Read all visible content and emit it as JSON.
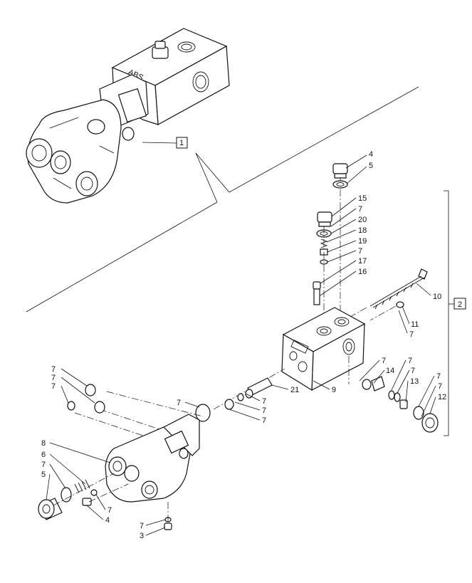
{
  "callouts": {
    "top_assembly": "1",
    "group": "2"
  },
  "labels": [
    {
      "key": "c4a",
      "text": "4"
    },
    {
      "key": "c5a",
      "text": "5"
    },
    {
      "key": "c15",
      "text": "15"
    },
    {
      "key": "c7a",
      "text": "7"
    },
    {
      "key": "c20",
      "text": "20"
    },
    {
      "key": "c18",
      "text": "18"
    },
    {
      "key": "c19",
      "text": "19"
    },
    {
      "key": "c7b",
      "text": "7"
    },
    {
      "key": "c17",
      "text": "17"
    },
    {
      "key": "c16",
      "text": "16"
    },
    {
      "key": "c10",
      "text": "10"
    },
    {
      "key": "c11",
      "text": "11"
    },
    {
      "key": "c7c",
      "text": "7"
    },
    {
      "key": "c7d",
      "text": "7"
    },
    {
      "key": "c14",
      "text": "14"
    },
    {
      "key": "c7e",
      "text": "7"
    },
    {
      "key": "c7f",
      "text": "7"
    },
    {
      "key": "c13",
      "text": "13"
    },
    {
      "key": "c7g",
      "text": "7"
    },
    {
      "key": "c7h",
      "text": "7"
    },
    {
      "key": "c12",
      "text": "12"
    },
    {
      "key": "c21",
      "text": "21"
    },
    {
      "key": "c9",
      "text": "9"
    },
    {
      "key": "c7i",
      "text": "7"
    },
    {
      "key": "c7j",
      "text": "7"
    },
    {
      "key": "c7k",
      "text": "7"
    },
    {
      "key": "c7l",
      "text": "7"
    },
    {
      "key": "c7m",
      "text": "7"
    },
    {
      "key": "c7n",
      "text": "7"
    },
    {
      "key": "c7o",
      "text": "7"
    },
    {
      "key": "c8",
      "text": "8"
    },
    {
      "key": "c6",
      "text": "6"
    },
    {
      "key": "c7p",
      "text": "7"
    },
    {
      "key": "c5b",
      "text": "5"
    },
    {
      "key": "c7q",
      "text": "7"
    },
    {
      "key": "c4b",
      "text": "4"
    },
    {
      "key": "c7r",
      "text": "7"
    },
    {
      "key": "c3",
      "text": "3"
    }
  ],
  "branding": {
    "abs_marking": "ABS"
  }
}
